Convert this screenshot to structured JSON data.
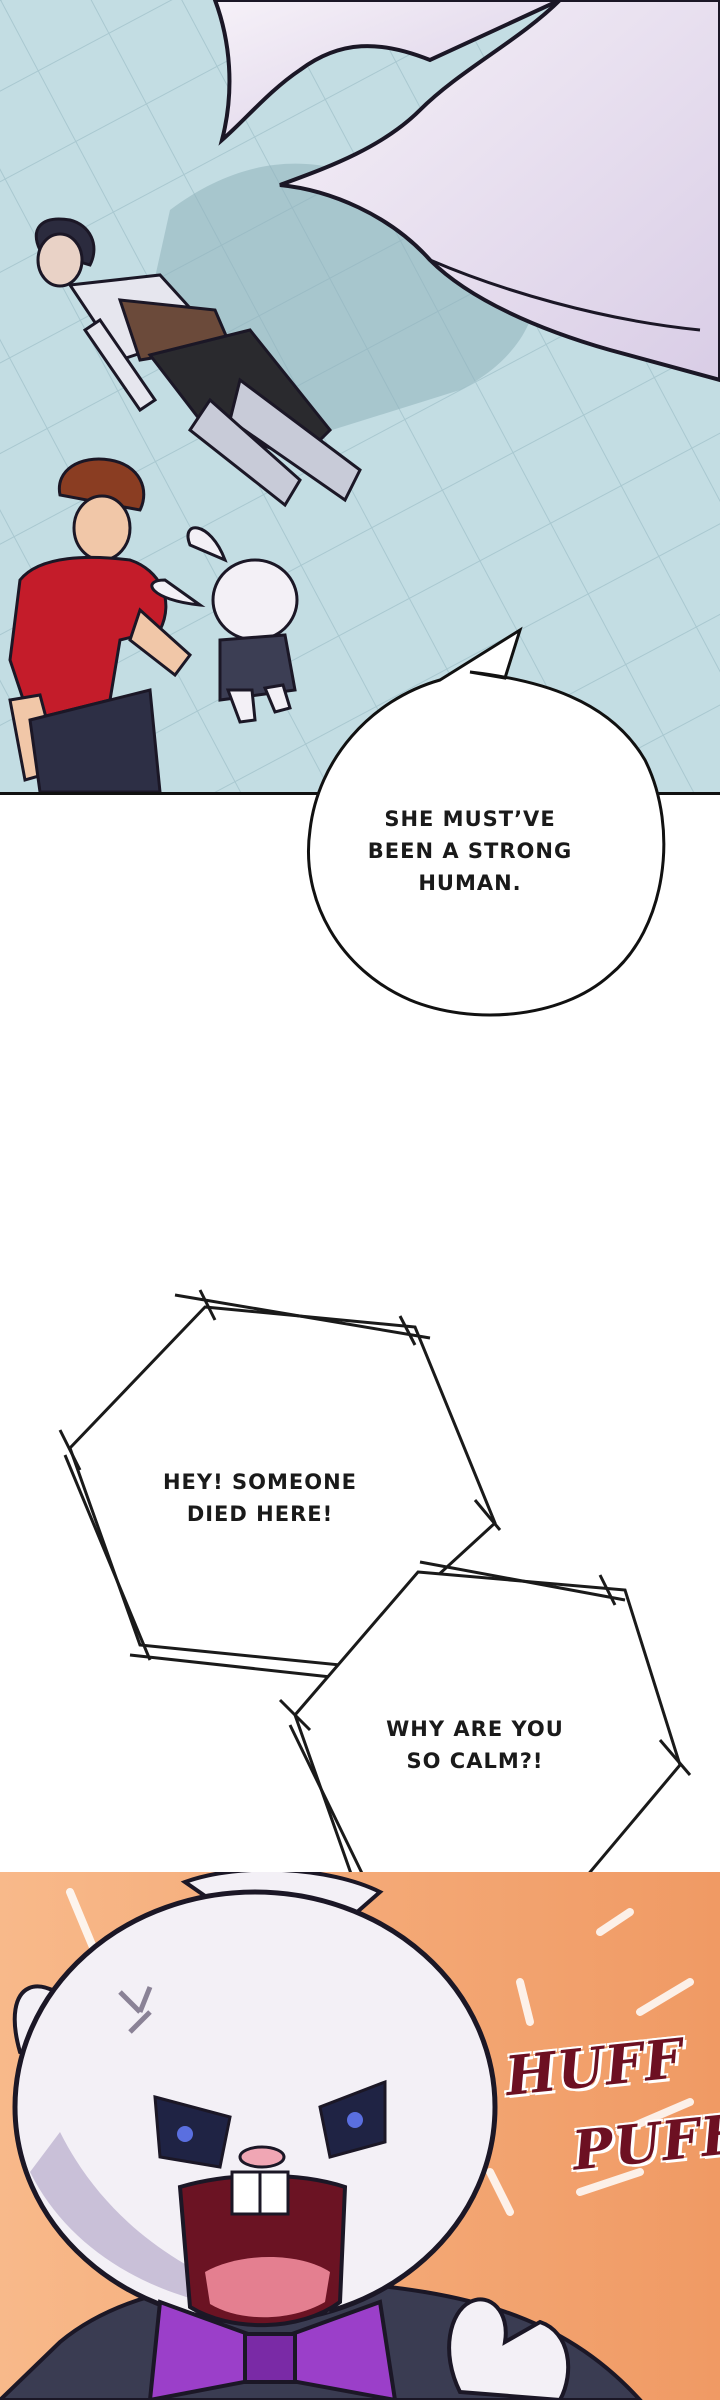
{
  "comic": {
    "bubbles": [
      {
        "lines": [
          "SHE MUST’VE",
          "BEEN A STRONG",
          "HUMAN."
        ]
      },
      {
        "lines": [
          "HEY! SOMEONE",
          "DIED HERE!"
        ]
      },
      {
        "lines": [
          "WHY ARE YOU",
          "SO CALM?!"
        ]
      }
    ],
    "sfx": {
      "huff": "HUFF",
      "puff": "PUFF"
    }
  },
  "colors": {
    "floor": "#bcd7de",
    "shadow": "#8fb2bc",
    "shirt_red": "#c41c2a",
    "hair_brown": "#8a3d22",
    "bunny_white": "#f3f0f6",
    "bunny_shade": "#c9c0d8",
    "bow_purple": "#9b3fc9",
    "mouth": "#6b1323",
    "bg_orange": "#f5a06a",
    "sfx": "#6d1022"
  }
}
